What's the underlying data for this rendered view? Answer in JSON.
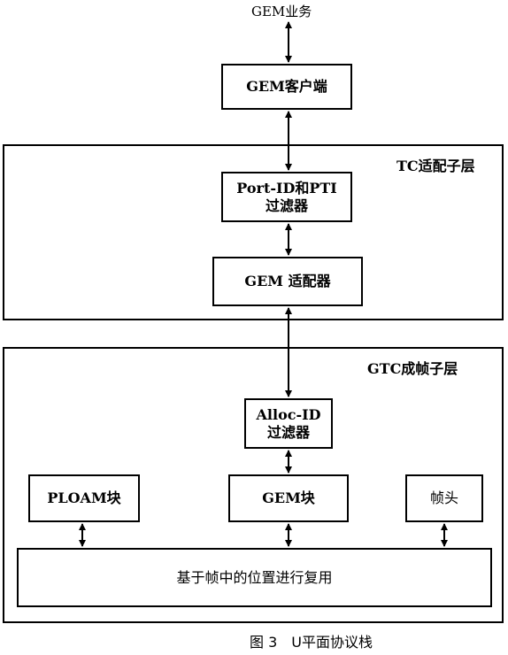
{
  "diagram": {
    "service_label": "GEM业务",
    "gem_client": "GEM客户端",
    "tc_layer": {
      "title": "TC适配子层",
      "port_filter_line1": "Port-ID和PTI",
      "port_filter_line2": "过滤器",
      "gem_adapter": "GEM 适配器"
    },
    "gtc_layer": {
      "title": "GTC成帧子层",
      "alloc_filter_line1": "Alloc-ID",
      "alloc_filter_line2": "过滤器",
      "ploam_block": "PLOAM块",
      "gem_block": "GEM块",
      "frame_header": "帧头",
      "multiplex": "基于帧中的位置进行复用"
    },
    "caption": "图 3　U平面协议栈"
  }
}
